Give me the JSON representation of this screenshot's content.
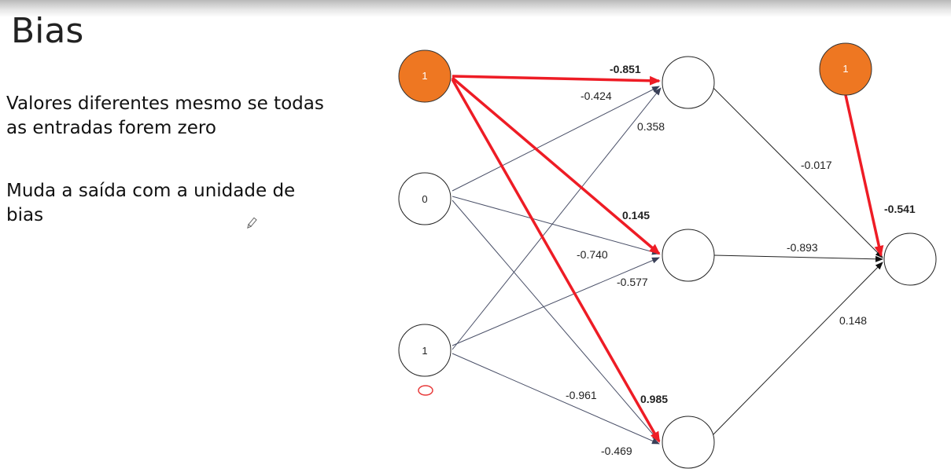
{
  "slide": {
    "title": "Bias",
    "bullets": [
      "Valores diferentes mesmo se todas as entradas forem zero",
      "Muda a saída com a unidade de bias"
    ]
  },
  "diagram": {
    "nodes": {
      "bias_in": "1",
      "in0": "0",
      "in1": "1",
      "h1": "",
      "h2": "",
      "h3": "",
      "bias_out": "1",
      "out": ""
    },
    "weights": {
      "bias_h1": "-0.851",
      "in0_h1": "-0.424",
      "in1_h1": "0.358",
      "bias_h2": "0.145",
      "in0_h2": "-0.740",
      "in1_h2": "-0.577",
      "in0_h3": "-0.961",
      "bias_h3": "0.985",
      "in1_h3": "-0.469",
      "h1_out": "-0.017",
      "h2_out": "-0.893",
      "h3_out": "0.148",
      "bias_out_out": "-0.541"
    },
    "colors": {
      "bias_fill": "#ee7722",
      "highlight": "#ee1c25",
      "edge": "#4a5068"
    }
  }
}
